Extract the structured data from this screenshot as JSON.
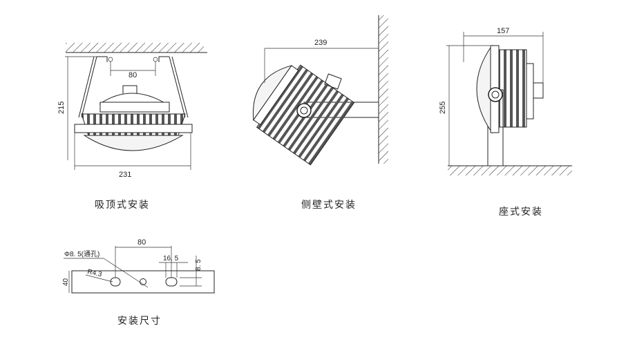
{
  "views": {
    "ceiling": {
      "caption": "吸顶式安装",
      "dim_width": "231",
      "dim_height": "215",
      "dim_holes": "80"
    },
    "wall": {
      "caption": "侧壁式安装",
      "dim_length": "239"
    },
    "seat": {
      "caption": "座式安装",
      "dim_width": "157",
      "dim_height": "255"
    },
    "mount": {
      "caption": "安装尺寸",
      "dim_holes": "80",
      "dim_hole": "Φ8. 5(通孔)",
      "dim_radius": "R4.3",
      "dim_slot": "16. 5",
      "dim_edge": "8. 5",
      "dim_height": "40"
    }
  },
  "colors": {
    "line": "#222222",
    "fill_light": "#ffffff"
  }
}
